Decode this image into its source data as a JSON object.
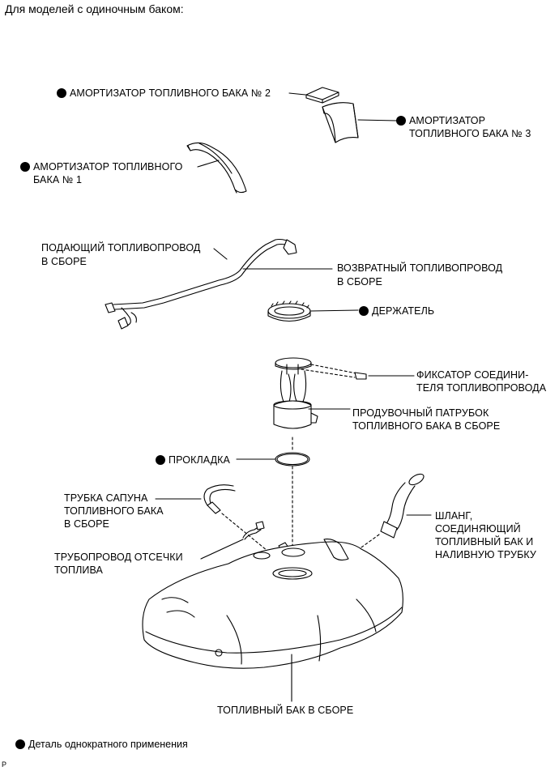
{
  "heading": "Для моделей с одиночным баком:",
  "labels": {
    "damper2": "АМОРТИЗАТОР ТОПЛИВНОГО БАКА № 2",
    "damper3_line1": "АМОРТИЗАТОР",
    "damper3_line2": "ТОПЛИВНОГО БАКА № 3",
    "damper1_line1": "АМОРТИЗАТОР ТОПЛИВНОГО",
    "damper1_line2": "БАКА № 1",
    "supply_line1": "ПОДАЮЩИЙ ТОПЛИВОПРОВОД",
    "supply_line2": "В СБОРЕ",
    "return_line1": "ВОЗВРАТНЫЙ ТОПЛИВОПРОВОД",
    "return_line2": "В СБОРЕ",
    "retainer": "ДЕРЖАТЕЛЬ",
    "clip_line1": "ФИКСАТОР СОЕДИНИ-",
    "clip_line2": "ТЕЛЯ ТОПЛИВОПРОВОДА",
    "suction_line1": "ПРОДУВОЧНЫЙ ПАТРУБОК",
    "suction_line2": "ТОПЛИВНОГО БАКА В СБОРЕ",
    "gasket": "ПРОКЛАДКА",
    "breather_line1": "ТРУБКА САПУНА",
    "breather_line2": "ТОПЛИВНОГО БАКА",
    "breather_line3": "В СБОРЕ",
    "cutoff_line1": "ТРУБОПРОВОД ОТСЕЧКИ",
    "cutoff_line2": "ТОПЛИВА",
    "hose_line1": "ШЛАНГ,",
    "hose_line2": "СОЕДИНЯЮЩИЙ",
    "hose_line3": "ТОПЛИВНЫЙ БАК И",
    "hose_line4": "НАЛИВНУЮ ТРУБКУ",
    "tank": "ТОПЛИВНЫЙ БАК В СБОРЕ"
  },
  "footnote": "Деталь однократного применения",
  "page_mark": "P",
  "icons": [
    "non-reusable-part-dot"
  ],
  "colors": {
    "ink": "#000000",
    "background": "#ffffff"
  }
}
